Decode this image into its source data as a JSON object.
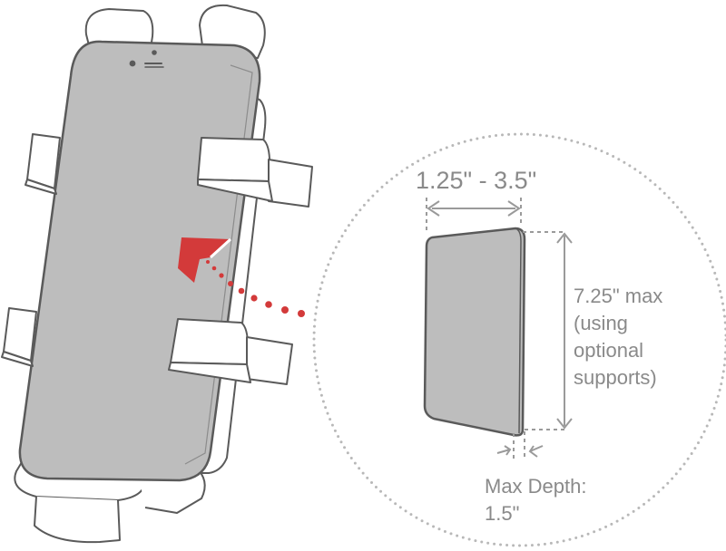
{
  "diagram": {
    "width_range_label": "1.25\" - 3.5\"",
    "height_label_lines": [
      "7.25\" max",
      "(using",
      "optional",
      "supports)"
    ],
    "depth_label_lines": [
      "Max Depth:",
      "1.5\""
    ]
  },
  "colors": {
    "outline": "#5a5a5a",
    "phone_fill": "#bdbdbd",
    "bracket_fill": "#ffffff",
    "dimension": "#9a9a9a",
    "accent_red": "#d33a3a",
    "dotted_circle": "#b8b8b8"
  },
  "icons": {
    "phone": "phone-in-cradle-icon",
    "arrow": "red-chevron-arrow-icon",
    "device": "device-outline-icon"
  }
}
